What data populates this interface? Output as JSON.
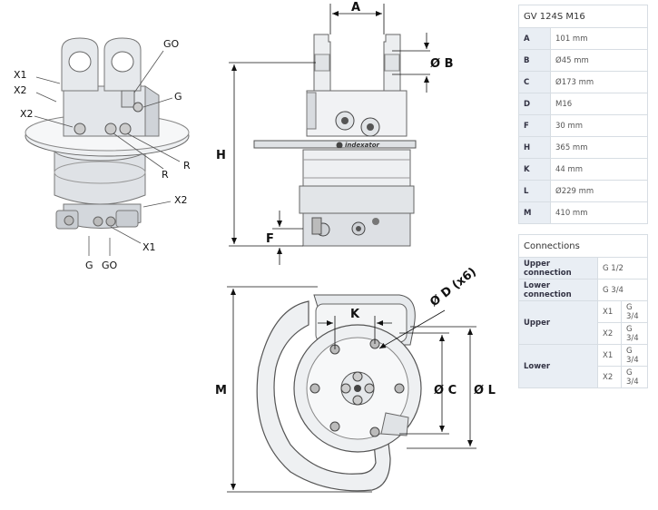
{
  "diagram": {
    "callouts": {
      "x1_top": "X1",
      "x2_top": "X2",
      "x2_side": "X2",
      "go_top": "GO",
      "g_right": "G",
      "r_lower": "R",
      "r_right": "R",
      "x2_bottom": "X2",
      "x1_bottom": "X1",
      "g_bottom": "G",
      "go_bottom": "GO"
    },
    "dimensions": {
      "a": "A",
      "b": "Ø B",
      "h": "H",
      "f": "F",
      "k": "K",
      "d": "Ø D (x6)",
      "c": "Ø C",
      "l": "Ø L",
      "m": "M"
    },
    "logo": "indexator"
  },
  "specs": {
    "model": "GV 124S M16",
    "rows": [
      {
        "key": "A",
        "value": "101 mm"
      },
      {
        "key": "B",
        "value": "Ø45 mm"
      },
      {
        "key": "C",
        "value": "Ø173 mm"
      },
      {
        "key": "D",
        "value": "M16"
      },
      {
        "key": "F",
        "value": "30 mm"
      },
      {
        "key": "H",
        "value": "365 mm"
      },
      {
        "key": "K",
        "value": "44 mm"
      },
      {
        "key": "L",
        "value": "Ø229 mm"
      },
      {
        "key": "M",
        "value": "410 mm"
      }
    ]
  },
  "connections": {
    "title": "Connections",
    "upper_connection": {
      "label": "Upper connection",
      "value": "G 1/2"
    },
    "lower_connection": {
      "label": "Lower connection",
      "value": "G 3/4"
    },
    "upper": {
      "label": "Upper",
      "rows": [
        {
          "port": "X1",
          "value": "G 3/4"
        },
        {
          "port": "X2",
          "value": "G 3/4"
        }
      ]
    },
    "lower": {
      "label": "Lower",
      "rows": [
        {
          "port": "X1",
          "value": "G 3/4"
        },
        {
          "port": "X2",
          "value": "G 3/4"
        }
      ]
    }
  }
}
